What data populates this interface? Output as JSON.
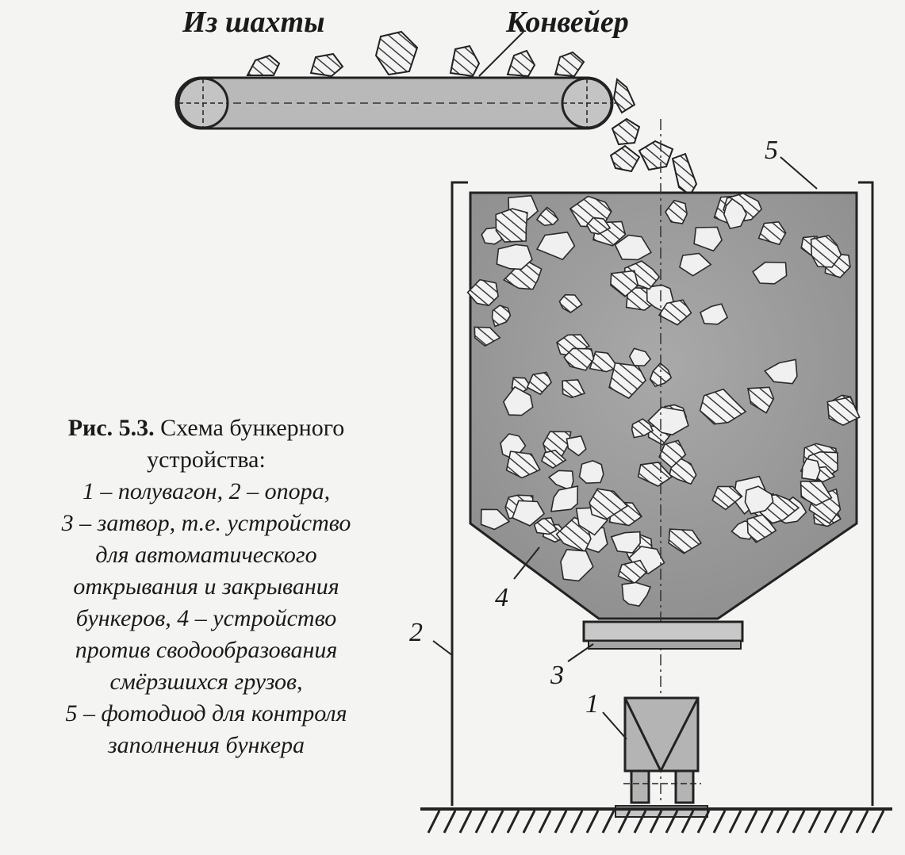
{
  "labels": {
    "from_mine": "Из шахты",
    "conveyor": "Конвейер",
    "n1": "1",
    "n2": "2",
    "n3": "3",
    "n4": "4",
    "n5": "5"
  },
  "caption": {
    "fig_label": "Рис. 5.3.",
    "title_part1": "Схема бункерного",
    "title_part2": "устройства:",
    "legend_lines": [
      "1 – полувагон, 2 – опора,",
      "3 – затвор, т.е. устройство",
      "для автоматического",
      "открывания и закрывания",
      "бункеров, 4 – устройство",
      "против сводообразования",
      "смёрзшихся грузов,",
      "5 – фотодиод для контроля",
      "заполнения бункера"
    ]
  }
}
